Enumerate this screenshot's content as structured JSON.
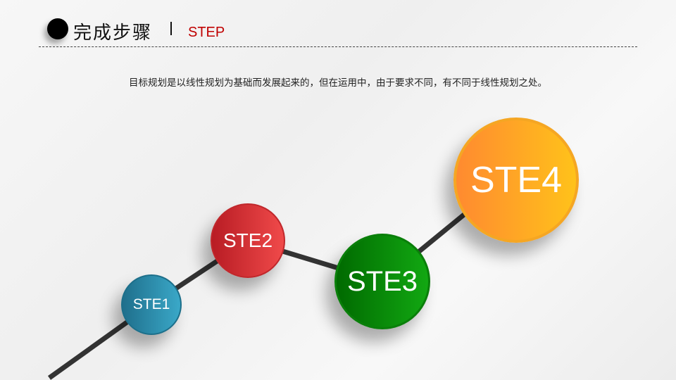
{
  "header": {
    "title": "完成步骤",
    "subtitle": "STEP"
  },
  "description": "目标规划是以线性规划为基础而发展起来的，但在运用中，由于要求不同，有不同于线性规划之处。",
  "steps": [
    {
      "label": "STE1",
      "color": "#2e95b5"
    },
    {
      "label": "STE2",
      "color": "#e83038"
    },
    {
      "label": "STE3",
      "color": "#0a8a0a"
    },
    {
      "label": "STE4",
      "color": "#ffaa22"
    }
  ]
}
